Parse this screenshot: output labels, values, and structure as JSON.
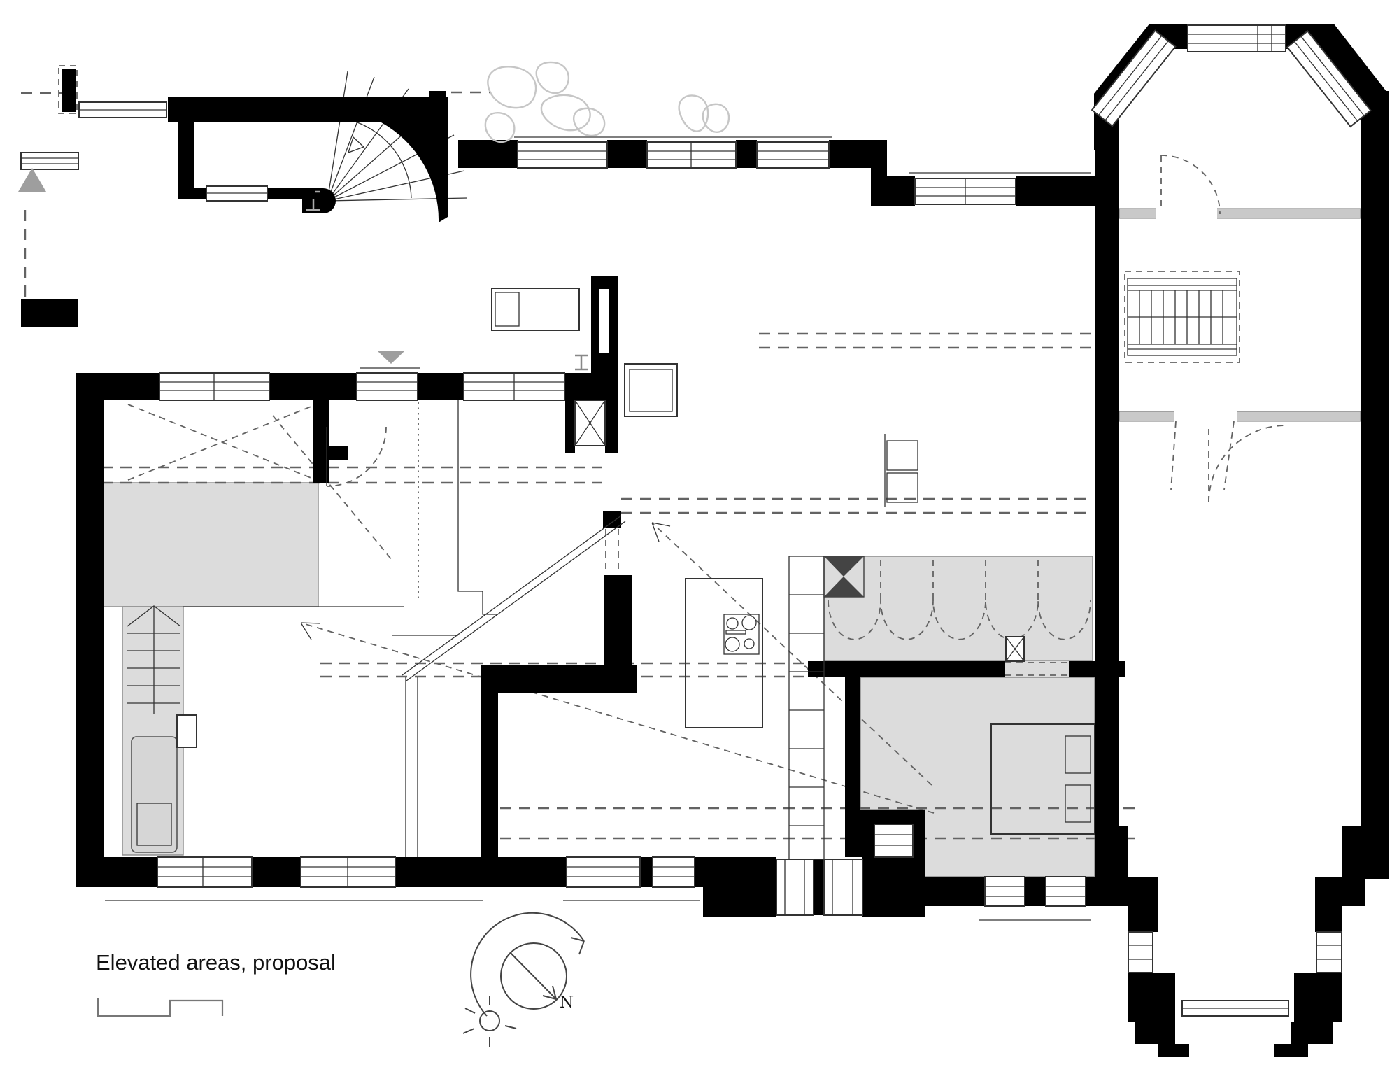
{
  "document": {
    "title": "Elevated areas, proposal",
    "type": "architectural-floor-plan"
  },
  "compass": {
    "north_label": "N"
  },
  "legend": {
    "symbol_name": "floor-step-symbol"
  },
  "colors": {
    "background": "#ffffff",
    "wall": "#000000",
    "elevated_area": "#dcdcdc",
    "partition": "#c9c9c9",
    "line": "#333333",
    "dashed": "#636363",
    "foliage": "#c6c6c6",
    "triangle": "#9e9e9e"
  },
  "plan": {
    "elevated_areas_count": 4,
    "features": [
      "spiral-staircase",
      "entry-vestibule",
      "void-cross-room",
      "elevated-bath-area",
      "bathtub",
      "service-stair",
      "kitchen-island",
      "cooktop",
      "cabinet-column",
      "walk-in-closet",
      "wardrobe-scallops",
      "bedroom",
      "double-bed",
      "pillows",
      "bay-window-room",
      "straight-staircase",
      "terrace-porch",
      "diagonal-glazing",
      "sight-line-arrows",
      "door-swings",
      "garden-stones"
    ]
  }
}
